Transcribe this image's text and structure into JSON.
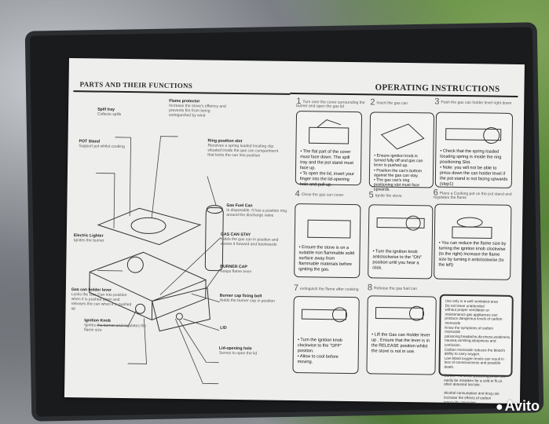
{
  "left": {
    "title": "PARTS AND THEIR FUNCTIONS",
    "parts": [
      {
        "name": "Spill tray",
        "desc": "Collects spills"
      },
      {
        "name": "Flame protector",
        "desc": "Increase the stove's effeincy and prevents fire from being extinguished by wind"
      },
      {
        "name": "POT Stand",
        "desc": "Support pot whilst cooking"
      },
      {
        "name": "Ring position slot",
        "desc": "Receives a spring loaded locating clip situated inside the gas can compartment that locks the can into position"
      },
      {
        "name": "Gas Fuel Can",
        "desc": "Is disposable. It has a position ring around the discharge valve"
      },
      {
        "name": "GAS CAN STAY",
        "desc": "Holds the gas can in position and moves it forward and backwards"
      },
      {
        "name": "Electric Lighter",
        "desc": "Ignites the burner"
      },
      {
        "name": "BURNER CAP",
        "desc": "Keeps flame even"
      },
      {
        "name": "Gas can holder lever",
        "desc": "Locks the Gas Can into position when it is pushed down and releases the can when it is pushed up"
      },
      {
        "name": "Burner cap fixing bolt",
        "desc": "Holds the burner cap in position"
      },
      {
        "name": "Ignition Knob",
        "desc": "Ignites the burner and regulates the flame size"
      },
      {
        "name": "LID",
        "desc": ""
      },
      {
        "name": "Lid-opening hole",
        "desc": "Serves to open the lid"
      }
    ]
  },
  "right": {
    "title": "OPERATING INSTRUCTIONS",
    "steps": [
      {
        "num": "1",
        "label": "Turn over the cover surrounding the burner and open the gas lid",
        "text": "• The flat part of the cover must face down. The spill tray and the pot stand must face up.\n• To open the lid, insert your finger into the lid-opening hole and pull up."
      },
      {
        "num": "2",
        "label": "Insert the gas can",
        "text": "• Ensure ignition knob is turned fully off and gas can lever is pushed up.\n• Position the can's bottom against the gas can stay.\n• The gas can's ring positioning slot must face upwards."
      },
      {
        "num": "3",
        "label": "Push the gas can holder level right down",
        "text": "• Check that the spring loaded locating spring is inside the ring positioning Slot.\n• Note: you will not be able to press down the can holder level if the pot stand is not facing upwards (step1)"
      },
      {
        "num": "4",
        "label": "Close the gas can cover",
        "text": "• Ensure the stove is on a suitable non flammable solid surface away from flammable materials before igniting the gas."
      },
      {
        "num": "5",
        "label": "Ignite the stove",
        "text": "• Turn the ignition knob anticlockwise to the \"ON\" position until you hear a click."
      },
      {
        "num": "6",
        "label": "Place a Cooking pot on the pot stand and regulates the flame",
        "text": "• You can reduce the flame size by turning the ignition knob clockwise (to the right) Increase the flame size by turning it anticlockwise (to the left)"
      },
      {
        "num": "7",
        "label": "extinguish the flame after cooking",
        "text": "• Turn the ignition knob clockwise to the \"OFF\" position.\n• Allow to cool before moving."
      },
      {
        "num": "8",
        "label": "Release the gas fuel can",
        "text": "• Lift the Gas can Holder lever up . Ensure that the lever is in the RELEASE position whilst the stove is not in use."
      }
    ],
    "warning": "Use only in a well ventilated area\nDo not leave unattended\nwithout proper ventilation or maintenance gas appliances can produce dangerous levels of carbon monoxide\nKnow the symptoms of carbon monoxide poisoning:headache,dizziness,weakness, nausea,vomiting,sleepiness and confusion.\nCarbon monoxide reduces the blood's ability to carry oxygen.\nLow blood oxygen levels can result in loss of consciousness and possible death.\n\nCarbon monoxide poisoning,which can easily be mistaken for a cold or flu,is often detected too late.\n\nAlcohol consumption and drug use increase the effects of carbon monoxide poisoning."
  },
  "watermark": "Avito"
}
